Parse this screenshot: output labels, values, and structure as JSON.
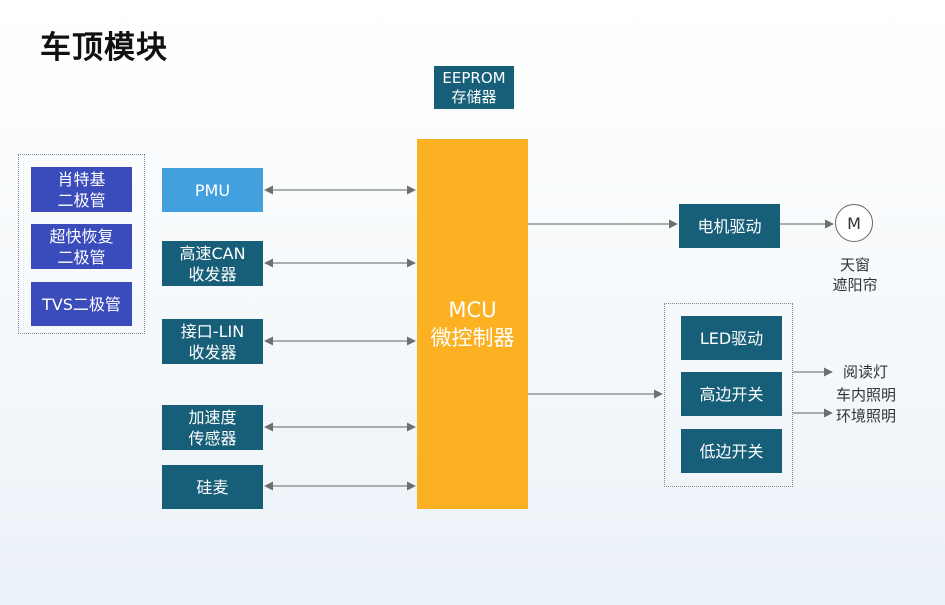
{
  "title": "车顶模块",
  "eeprom": {
    "line1": "EEPROM",
    "line2": "存储器"
  },
  "diodes": [
    {
      "line1": "肖特基",
      "line2": "二极管"
    },
    {
      "line1": "超快恢复",
      "line2": "二极管"
    },
    {
      "line1": "TVS二极管",
      "line2": ""
    }
  ],
  "peripherals": [
    {
      "line1": "PMU",
      "line2": ""
    },
    {
      "line1": "高速CAN",
      "line2": "收发器"
    },
    {
      "line1": "接口-LIN",
      "line2": "收发器"
    },
    {
      "line1": "加速度",
      "line2": "传感器"
    },
    {
      "line1": "硅麦",
      "line2": ""
    }
  ],
  "mcu": {
    "line1": "MCU",
    "line2": "微控制器"
  },
  "motor_driver": "电机驱动",
  "motor_symbol": "M",
  "motor_label": {
    "line1": "天窗",
    "line2": "遮阳帘"
  },
  "light_drivers": [
    "LED驱动",
    "高边开关",
    "低边开关"
  ],
  "light_outputs": [
    "阅读灯",
    "车内照明",
    "环境照明"
  ],
  "colors": {
    "teal": "#175e79",
    "blue": "#3a4bbb",
    "sky": "#41a0dd",
    "orange": "#fbb122"
  }
}
